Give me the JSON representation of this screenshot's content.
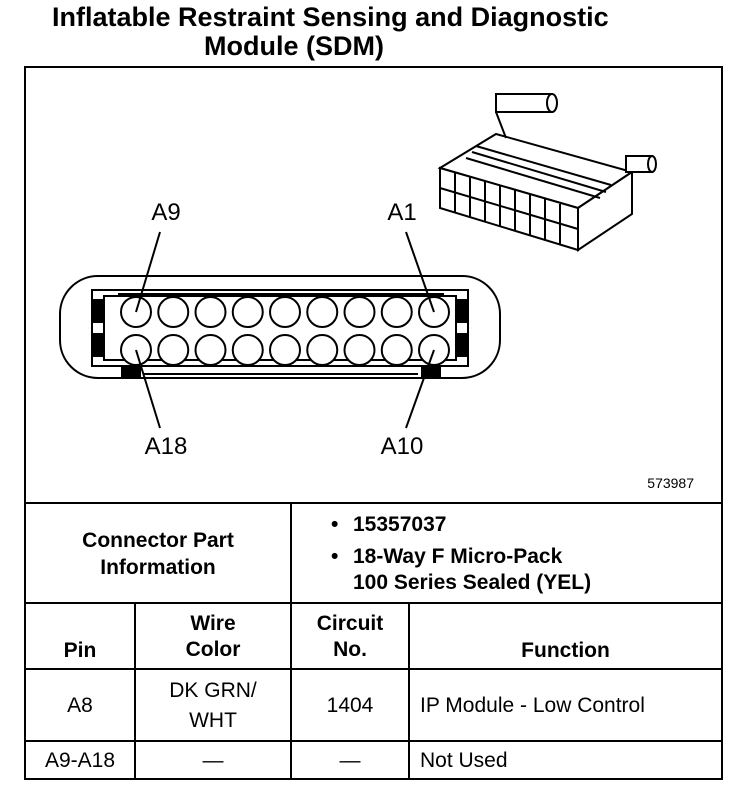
{
  "title": {
    "line1": "Inflatable Restraint Sensing and Diagnostic",
    "line2": "Module (SDM)"
  },
  "diagram": {
    "labels": {
      "a9": "A9",
      "a1": "A1",
      "a18": "A18",
      "a10": "A10"
    },
    "figure_id": "573987",
    "connector": {
      "rows": 2,
      "cavities_per_row": 9
    }
  },
  "connector_info": {
    "label": "Connector Part Information",
    "bullet": "•",
    "items": [
      "15357037",
      "18-Way F Micro-Pack",
      "100 Series Sealed (YEL)"
    ]
  },
  "table": {
    "headers": {
      "pin": "Pin",
      "wire_color_1": "Wire",
      "wire_color_2": "Color",
      "circuit_1": "Circuit",
      "circuit_2": "No.",
      "function": "Function"
    },
    "rows": [
      {
        "pin": "A8",
        "wire_1": "DK GRN/",
        "wire_2": "WHT",
        "circuit": "1404",
        "function": "IP Module - Low Control"
      },
      {
        "pin": "A9-A18",
        "wire_1": "—",
        "wire_2": "",
        "circuit": "—",
        "function": "Not Used"
      }
    ]
  }
}
